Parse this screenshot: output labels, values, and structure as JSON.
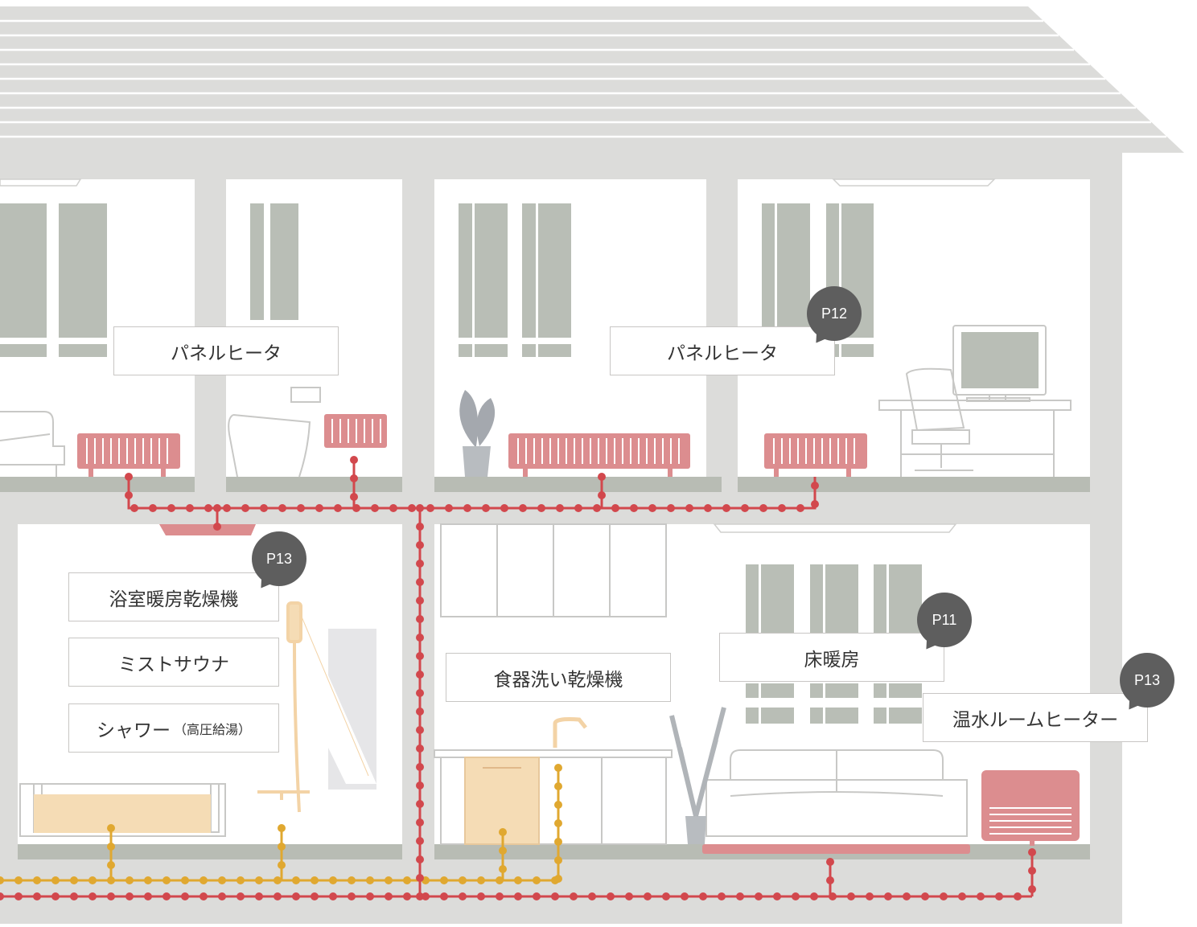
{
  "labels": {
    "panel_heater_1": "パネルヒータ",
    "panel_heater_2": "パネルヒータ",
    "bathroom_dryer": "浴室暖房乾燥機",
    "mist_sauna": "ミストサウナ",
    "shower": "シャワー",
    "shower_note": "（高圧給湯）",
    "dishwasher": "食器洗い乾燥機",
    "floor_heating": "床暖房",
    "room_heater": "温水ルームヒーター"
  },
  "badges": {
    "p12": "P12",
    "p13_bath": "P13",
    "p11": "P11",
    "p13_room": "P13"
  },
  "colors": {
    "wall": "#dcdcda",
    "room": "#ffffff",
    "floor": "#b8bcb4",
    "window": "#b9beb6",
    "heat_pipe": "#d2484d",
    "hot_water_pipe": "#e0a830",
    "heater": "#dc8d8f",
    "badge": "#5e5e5e"
  }
}
